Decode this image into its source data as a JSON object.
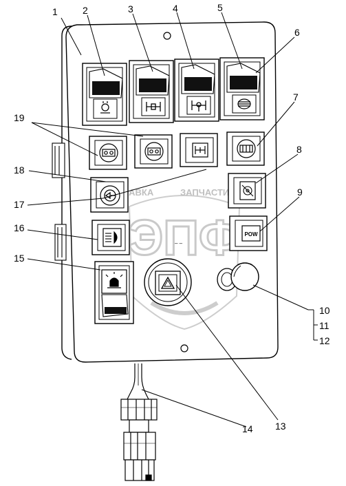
{
  "diagram": {
    "callouts": [
      "1",
      "2",
      "3",
      "4",
      "5",
      "6",
      "7",
      "8",
      "9",
      "10",
      "11",
      "12",
      "13",
      "14",
      "15",
      "16",
      "17",
      "18",
      "19"
    ],
    "watermark": {
      "line1": "ЛАВКА",
      "line2": "ЗАПЧАСТИ",
      "big": "ЭПФ"
    },
    "icons": {
      "switch_2": "cab-light-icon",
      "switch_3": "axle-lock-icon",
      "switch_4": "differential-lock-icon",
      "switch_5": "rear-fog-icon",
      "button_19a": "axle-symbol-icon",
      "button_19b": "axle-symbol-icon",
      "button_7": "gearbox-symbol-icon",
      "button_18": "horn-icon",
      "button_8": "filter-icon",
      "button_16": "headlamp-icon",
      "button_9": "pow-icon",
      "switch_15": "beacon-icon",
      "button_13": "hazard-triangle-icon",
      "button_10": "emergency-stop-icon"
    },
    "pto_label": "POW"
  }
}
